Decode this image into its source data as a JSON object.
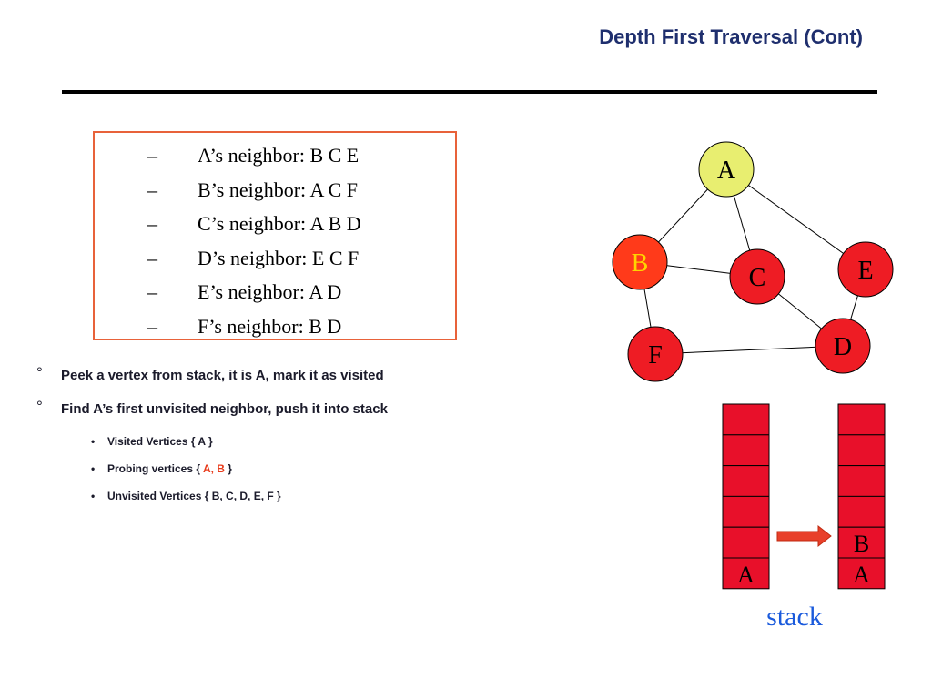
{
  "slide": {
    "title": "Depth First Traversal (Cont)"
  },
  "neighbors": [
    {
      "dash": "–",
      "text": "A’s neighbor: B C E"
    },
    {
      "dash": "–",
      "text": "B’s neighbor: A C F"
    },
    {
      "dash": "–",
      "text": "C’s neighbor: A B D"
    },
    {
      "dash": "–",
      "text": "D’s neighbor: E C F"
    },
    {
      "dash": "–",
      "text": "E’s neighbor: A D"
    },
    {
      "dash": "–",
      "text": "F’s neighbor: B D"
    }
  ],
  "steps": [
    {
      "marker": "°",
      "text": "Peek a vertex from stack, it is A, mark it as visited"
    },
    {
      "marker": "°",
      "text": "Find A’s first unvisited neighbor, push it into stack"
    }
  ],
  "details": {
    "visited": {
      "bullet": "•",
      "label": "Visited Vertices  { A }"
    },
    "probing": {
      "bullet": "•",
      "prefix": "Probing vertices { ",
      "highlight": "A, B",
      "suffix": " }"
    },
    "unvisited": {
      "bullet": "•",
      "label": "Unvisited Vertices { B, C, D, E, F }"
    }
  },
  "graph": {
    "nodes": [
      {
        "id": "A",
        "label": "A",
        "fill": "#e8ee70",
        "text_color": "#000000"
      },
      {
        "id": "B",
        "label": "B",
        "fill": "#ff3a1a",
        "text_color": "#ffd400"
      },
      {
        "id": "C",
        "label": "C",
        "fill": "#ee1c24",
        "text_color": "#000000"
      },
      {
        "id": "D",
        "label": "D",
        "fill": "#ee1c24",
        "text_color": "#000000"
      },
      {
        "id": "E",
        "label": "E",
        "fill": "#ee1c24",
        "text_color": "#000000"
      },
      {
        "id": "F",
        "label": "F",
        "fill": "#ee1c24",
        "text_color": "#000000"
      }
    ],
    "edges": [
      [
        "A",
        "B"
      ],
      [
        "A",
        "C"
      ],
      [
        "A",
        "E"
      ],
      [
        "B",
        "C"
      ],
      [
        "B",
        "F"
      ],
      [
        "C",
        "D"
      ],
      [
        "D",
        "E"
      ],
      [
        "D",
        "F"
      ]
    ]
  },
  "stacks": {
    "cell_color": "#e8102a",
    "before": [
      "A"
    ],
    "after": [
      "A",
      "B"
    ],
    "label": "stack",
    "label_color": "#1a5adc",
    "arrow_color": "#e8402a"
  }
}
